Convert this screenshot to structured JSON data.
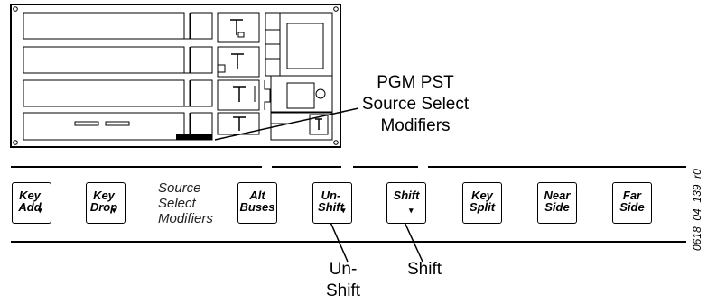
{
  "callouts": {
    "top": [
      "PGM PST",
      "Source Select",
      "Modifiers"
    ],
    "unshift": [
      "Un-",
      "Shift"
    ],
    "shift": "Shift"
  },
  "group_label": [
    "Source",
    "Select",
    "Modifiers"
  ],
  "buttons": [
    {
      "line1": "Key",
      "line2": "Add",
      "arrow": true
    },
    {
      "line1": "Key",
      "line2": "Drop",
      "arrow": true
    },
    {
      "line1": "Alt",
      "line2": "Buses",
      "arrow": false
    },
    {
      "line1": "Un-",
      "line2": "Shift",
      "arrow": true
    },
    {
      "line1": "Shift",
      "line2": "",
      "arrow": true
    },
    {
      "line1": "Key",
      "line2": "Split",
      "arrow": false
    },
    {
      "line1": "Near",
      "line2": "Side",
      "arrow": false
    },
    {
      "line1": "Far",
      "line2": "Side",
      "arrow": false
    }
  ],
  "arrow_glyph": "▾",
  "figure_id": "0618_04_139_r0"
}
